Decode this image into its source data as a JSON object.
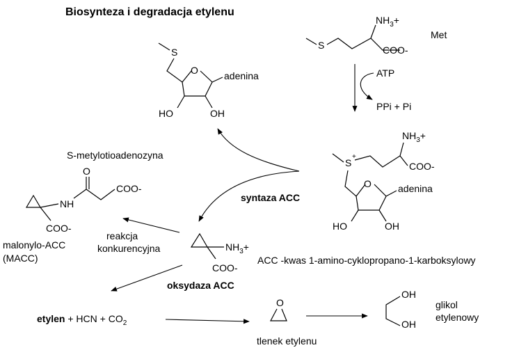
{
  "title": "Biosynteza i degradacja etylenu",
  "labels": {
    "met": "Met",
    "atp": "ATP",
    "ppi_pi": "PPi + Pi",
    "adenina": "adenina",
    "ho": "HO",
    "oh": "OH",
    "o": "O",
    "s": "S",
    "nh": "NH",
    "nh3": "NH",
    "nh3_sub": "3",
    "plus": "+",
    "coo": "COO-",
    "sam_name": "S-metylotioadenozyna",
    "syntaza": "syntaza ACC",
    "malonylo_acc": "malonylo-ACC",
    "macc": "(MACC)",
    "reakcja": "reakcja",
    "konkurencyjna": "konkurencyjna",
    "acc_desc": "ACC -kwas 1-amino-cyklopropano-1-karboksylowy",
    "oksydaza": "oksydaza ACC",
    "etylen": "etylen",
    "products_rest": " + HCN + CO",
    "co2_sub": "2",
    "tlenek": "tlenek etylenu",
    "glikol": "glikol",
    "etylenowy": "etylenowy"
  }
}
